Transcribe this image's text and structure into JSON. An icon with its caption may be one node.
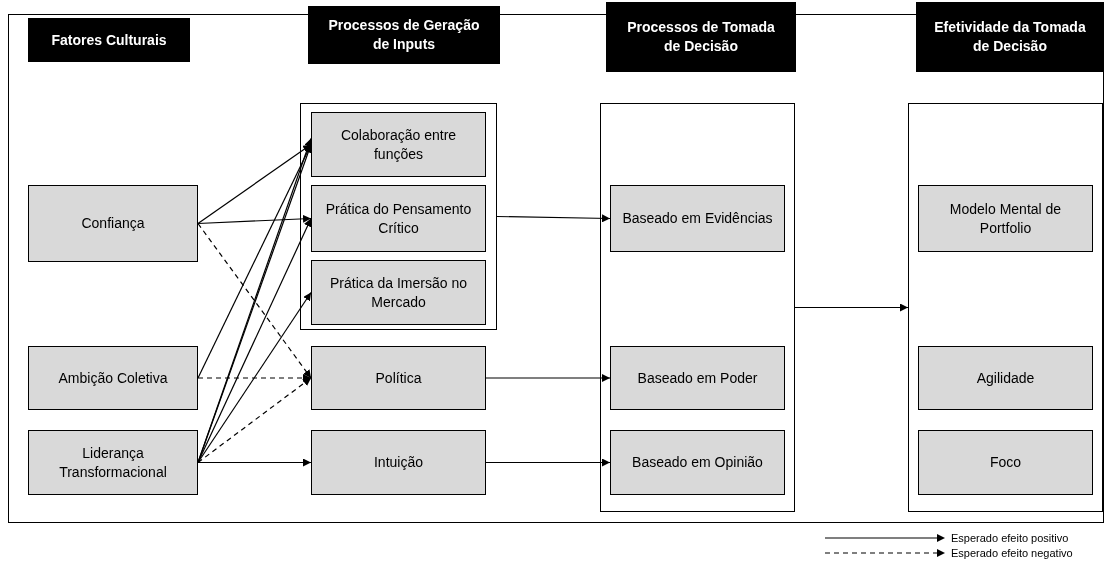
{
  "diagram": {
    "nodes": [
      {
        "text": [
          "Fatores Culturais"
        ]
      },
      {
        "text": [
          "Processos de Geração de Inputs"
        ]
      },
      {
        "text": [
          "Processos de Tomada de Decisão"
        ]
      },
      {
        "text": [
          "Efetividade da Tomada de Decisão"
        ]
      },
      {
        "text": [
          "Confiança"
        ]
      },
      {
        "text": [
          "Ambição Coletiva"
        ]
      },
      {
        "text": [
          "Liderança Transformacional"
        ]
      },
      {
        "text": [],
        "shape": "box"
      },
      {
        "text": [
          "Colaboração entre funções"
        ],
        "in": 7
      },
      {
        "text": [
          "Prática do Pensamento Crítico"
        ],
        "in": 7
      },
      {
        "text": [
          "Prática da Imersão no Mercado"
        ],
        "in": 7
      },
      {
        "text": [
          "Política"
        ]
      },
      {
        "text": [
          "Intuição"
        ]
      },
      {
        "text": [],
        "shape": "box"
      },
      {
        "text": [
          "Baseado em Evidências"
        ],
        "in": 13
      },
      {
        "text": [
          "Baseado em Poder"
        ],
        "in": 13
      },
      {
        "text": [
          "Baseado em Opinião"
        ],
        "in": 13
      },
      {
        "text": [],
        "shape": "box"
      },
      {
        "text": [
          "Modelo Mental de Portfolio"
        ],
        "in": 17
      },
      {
        "text": [
          "Agilidade"
        ],
        "in": 17
      },
      {
        "text": [
          "Foco"
        ],
        "in": 17
      }
    ],
    "edges": [
      {
        "from": 4,
        "to": 8,
        "arrow": "to"
      },
      {
        "from": 4,
        "to": 9,
        "arrow": "to"
      },
      {
        "from": 4,
        "to": 11,
        "arrow": "to",
        "style": "dashed"
      },
      {
        "from": 5,
        "to": 8,
        "arrow": "to"
      },
      {
        "from": 5,
        "to": 11,
        "arrow": "to",
        "style": "dashed"
      },
      {
        "from": 6,
        "to": 8,
        "arrow": "to"
      },
      {
        "from": 6,
        "to": 8,
        "arrow": "to"
      },
      {
        "from": 6,
        "to": 9,
        "arrow": "to"
      },
      {
        "from": 6,
        "to": 10,
        "arrow": "to"
      },
      {
        "from": 6,
        "to": 11,
        "arrow": "to",
        "style": "dashed"
      },
      {
        "from": 6,
        "to": 12,
        "arrow": "to"
      },
      {
        "from": 7,
        "to": 14,
        "arrow": "to"
      },
      {
        "from": 11,
        "to": 15,
        "arrow": "to"
      },
      {
        "from": 12,
        "to": 16,
        "arrow": "to"
      },
      {
        "from": 13,
        "to": 17,
        "arrow": "to"
      }
    ],
    "legend": [
      {
        "text": "Esperado efeito positivo"
      },
      {
        "text": "Esperado efeito negativo"
      }
    ]
  }
}
